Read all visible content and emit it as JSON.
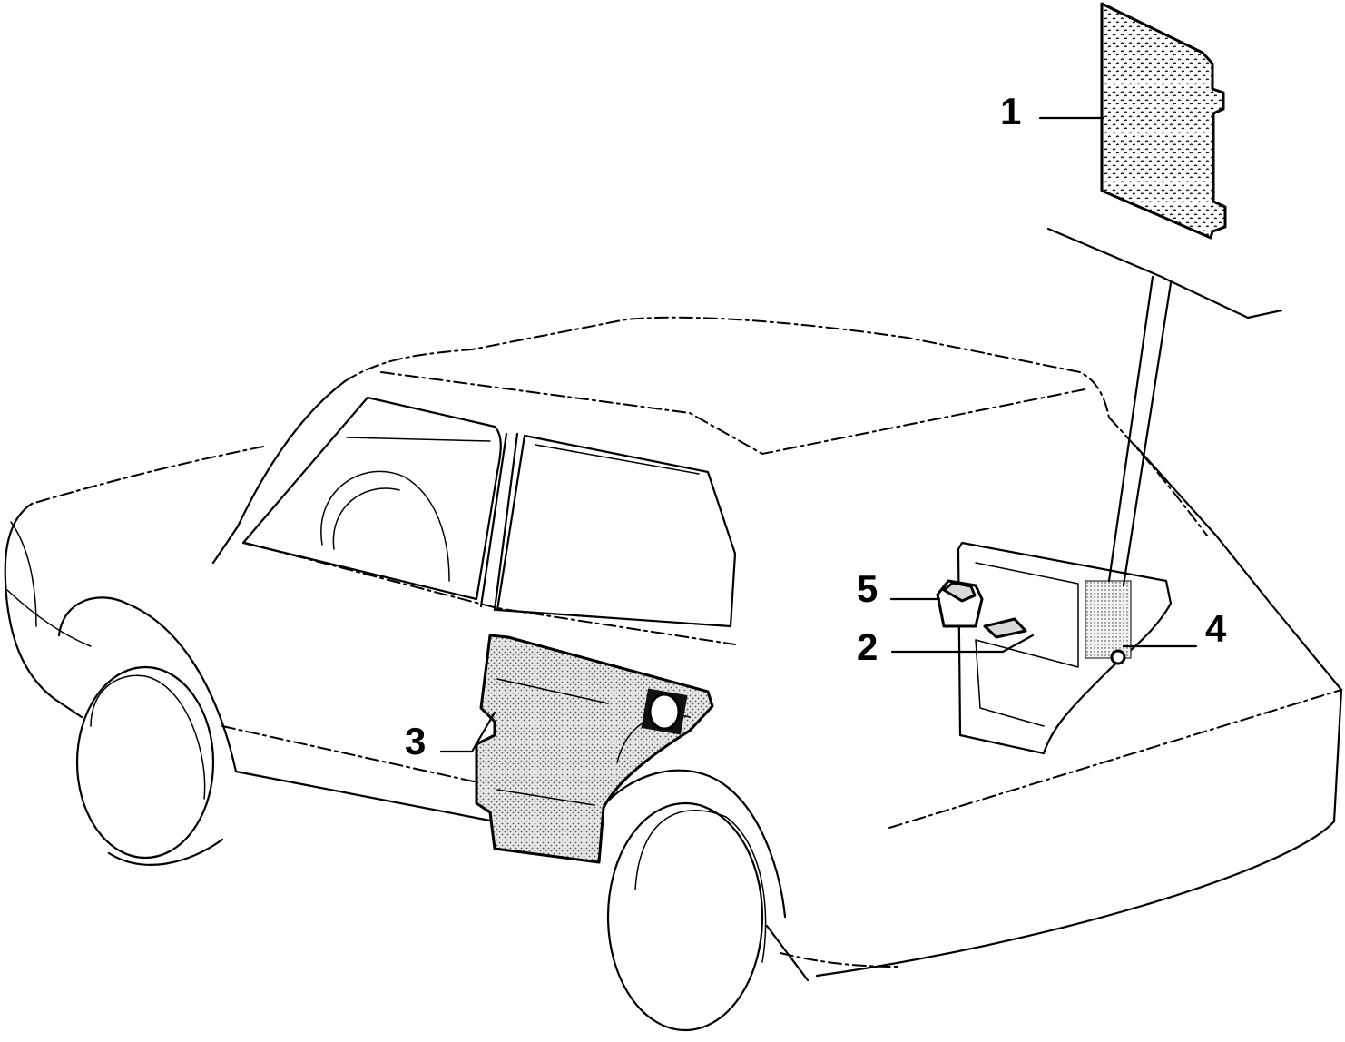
{
  "diagram": {
    "callouts": [
      {
        "id": "grille",
        "label": "1"
      },
      {
        "id": "lamp-housing",
        "label": "2"
      },
      {
        "id": "side-trim-panel",
        "label": "3"
      },
      {
        "id": "screw",
        "label": "4"
      },
      {
        "id": "clip-socket",
        "label": "5"
      }
    ],
    "colors": {
      "line": "#000000",
      "background": "#ffffff",
      "part_fill": "#d9d9d9"
    }
  }
}
